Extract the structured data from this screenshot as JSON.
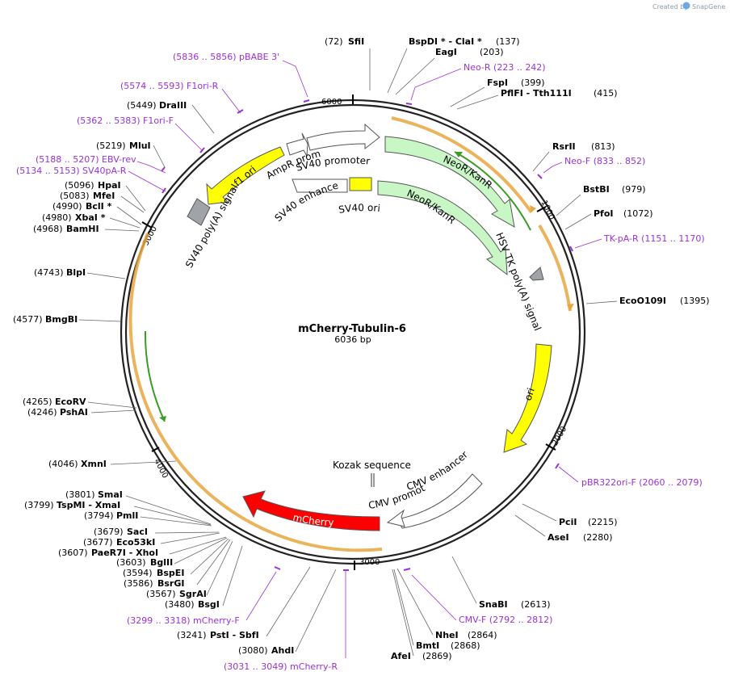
{
  "header": {
    "created_by": "Created by",
    "brand": "SnapGene"
  },
  "plasmid": {
    "name": "mCherry-Tubulin-6",
    "length_label": "6036 bp"
  },
  "ticks": [
    "1000",
    "2000",
    "3000",
    "4000",
    "5000",
    "6000"
  ],
  "colors": {
    "primer": "#9b30d9",
    "feature_green": "#c8f7c5",
    "ori": "#ffff00",
    "mcherry": "#ff0000",
    "orf": "#e8a640",
    "signal": "#a0a4a8"
  },
  "sites": [
    {
      "num": "(72)",
      "name": "SfiI"
    },
    {
      "name": "BspDI *  -  ClaI *",
      "num": "(137)"
    },
    {
      "name": "EagI",
      "num": "(203)"
    },
    {
      "name": "FspI",
      "num": "(399)"
    },
    {
      "name": "PflFI  -  Tth111I",
      "num": "(415)"
    },
    {
      "name": "RsrII",
      "num": "(813)"
    },
    {
      "name": "BstBI",
      "num": "(979)"
    },
    {
      "name": "PfoI",
      "num": "(1072)"
    },
    {
      "name": "EcoO109I",
      "num": "(1395)"
    },
    {
      "name": "PciI",
      "num": "(2215)"
    },
    {
      "name": "AseI",
      "num": "(2280)"
    },
    {
      "name": "SnaBI",
      "num": "(2613)"
    },
    {
      "name": "NheI",
      "num": "(2864)"
    },
    {
      "name": "BmtI",
      "num": "(2868)"
    },
    {
      "name": "AfeI",
      "num": "(2869)"
    },
    {
      "num": "(3080)",
      "name": "AhdI"
    },
    {
      "num": "(3241)",
      "name": "PstI  -  SbfI"
    },
    {
      "num": "(3480)",
      "name": "BsgI"
    },
    {
      "num": "(3567)",
      "name": "SgrAI"
    },
    {
      "num": "(3586)",
      "name": "BsrGI"
    },
    {
      "num": "(3594)",
      "name": "BspEI"
    },
    {
      "num": "(3603)",
      "name": "BglII"
    },
    {
      "num": "(3607)",
      "name": "PaeR7I  -  XhoI"
    },
    {
      "num": "(3677)",
      "name": "Eco53kI"
    },
    {
      "num": "(3679)",
      "name": "SacI"
    },
    {
      "num": "(3794)",
      "name": "PmlI"
    },
    {
      "num": "(3799)",
      "name": "TspMI  -  XmaI"
    },
    {
      "num": "(3801)",
      "name": "SmaI"
    },
    {
      "num": "(4046)",
      "name": "XmnI"
    },
    {
      "num": "(4246)",
      "name": "PshAI"
    },
    {
      "num": "(4265)",
      "name": "EcoRV"
    },
    {
      "num": "(4577)",
      "name": "BmgBI"
    },
    {
      "num": "(4743)",
      "name": "BlpI"
    },
    {
      "num": "(4968)",
      "name": "BamHI"
    },
    {
      "num": "(4980)",
      "name": "XbaI *"
    },
    {
      "num": "(4990)",
      "name": "BclI *"
    },
    {
      "num": "(5083)",
      "name": "MfeI"
    },
    {
      "num": "(5096)",
      "name": "HpaI"
    },
    {
      "num": "(5219)",
      "name": "MluI"
    },
    {
      "num": "(5449)",
      "name": "DraIII"
    }
  ],
  "primers": [
    {
      "text": "(5836 .. 5856)  pBABE 3'"
    },
    {
      "text": "(5574 .. 5593)  F1ori-R"
    },
    {
      "text": "(5362 .. 5383)  F1ori-F"
    },
    {
      "text": "(5188 .. 5207)  EBV-rev"
    },
    {
      "text": "(5134 .. 5153)  SV40pA-R"
    },
    {
      "text": "Neo-R     (223 .. 242)"
    },
    {
      "text": "Neo-F     (833 .. 852)"
    },
    {
      "text": "TK-pA-R     (1151 .. 1170)"
    },
    {
      "text": "pBR322ori-F     (2060 .. 2079)"
    },
    {
      "text": "CMV-F     (2792 .. 2812)"
    },
    {
      "text": "(3299 .. 3318)  mCherry-F"
    },
    {
      "text": "(3031 .. 3049)  mCherry-R"
    }
  ],
  "features": {
    "f1_ori": "f1 ori",
    "ampr_promoter": "AmpR promoter",
    "sv40_promoter": "SV40 promoter",
    "neo_outer": "NeoR/KanR",
    "neo_inner": "NeoR/KanR",
    "sv40_enhancer": "SV40 enhancer",
    "sv40_ori": "SV40 ori",
    "sv40_polya": "SV40 poly(A) signal",
    "hsv_tk": "HSV TK poly(A) signal",
    "ori": "ori",
    "kozak": "Kozak sequence",
    "cmv_enhancer": "CMV enhancer",
    "cmv_promoter": "CMV promoter",
    "mcherry": "mCherry"
  }
}
